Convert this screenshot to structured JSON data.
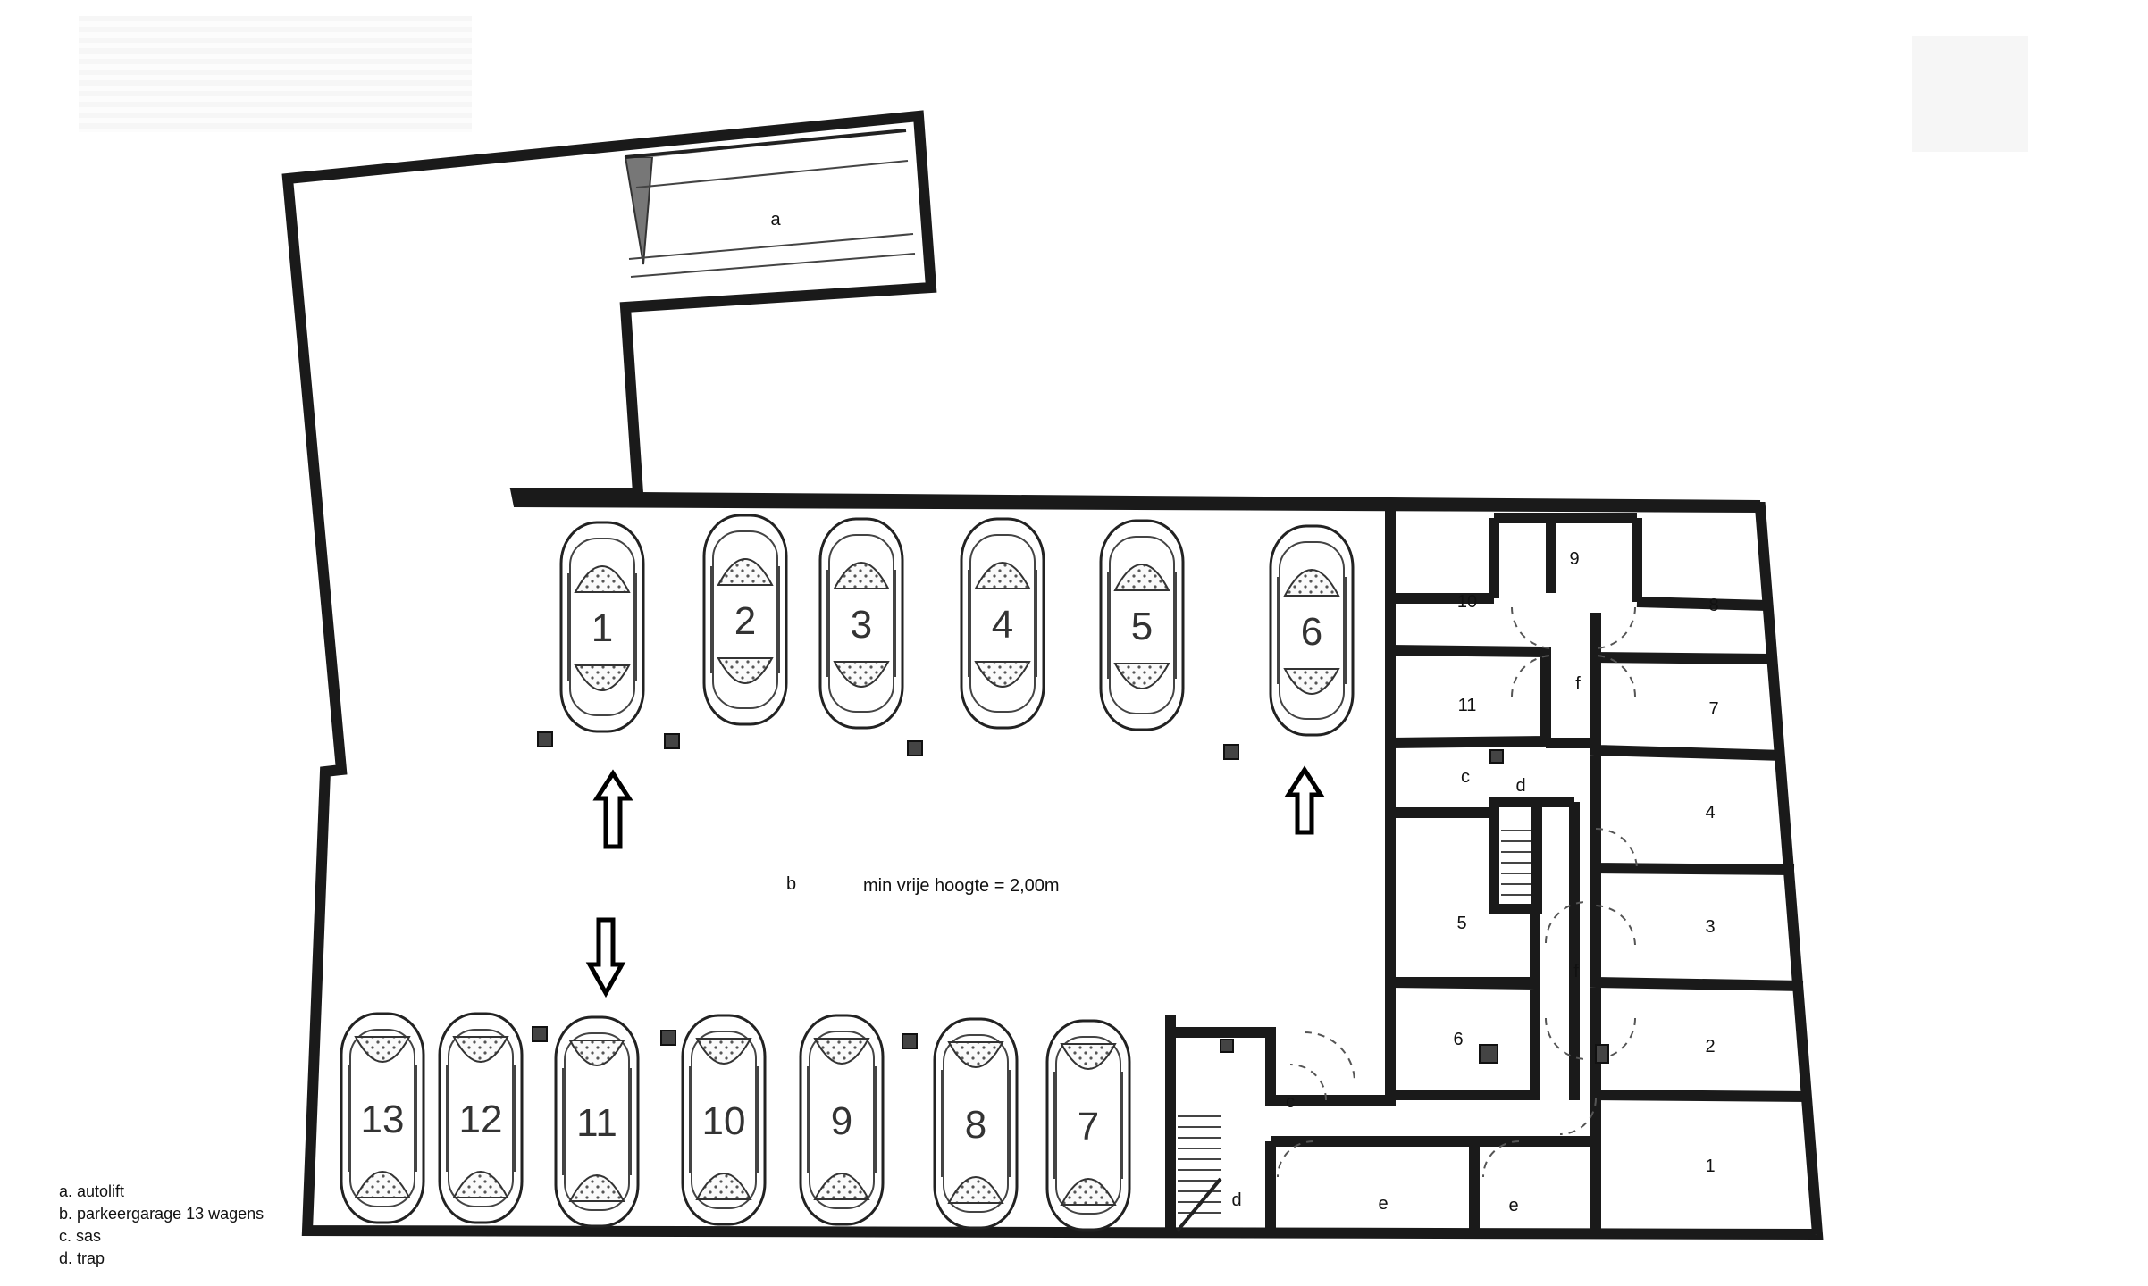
{
  "labels": {
    "autolift": "a",
    "garage": "b",
    "height_note": "min vrije hoogte = 2,00m",
    "sas_upper": "c",
    "sas_lower": "c",
    "stair_upper": "d",
    "stair_lower": "d",
    "corridor_upper": "f",
    "corridor_lower": "f",
    "storage_left": "e",
    "storage_right": "e"
  },
  "cars_top": [
    "1",
    "2",
    "3",
    "4",
    "5",
    "6"
  ],
  "cars_bottom": [
    "13",
    "12",
    "11",
    "10",
    "9",
    "8",
    "7"
  ],
  "cellars": [
    "1",
    "2",
    "3",
    "4",
    "5",
    "6",
    "7",
    "8",
    "9",
    "10",
    "11"
  ],
  "legend": [
    "a. autolift",
    "b. parkeergarage 13 wagens",
    "c. sas",
    "d. trap"
  ]
}
